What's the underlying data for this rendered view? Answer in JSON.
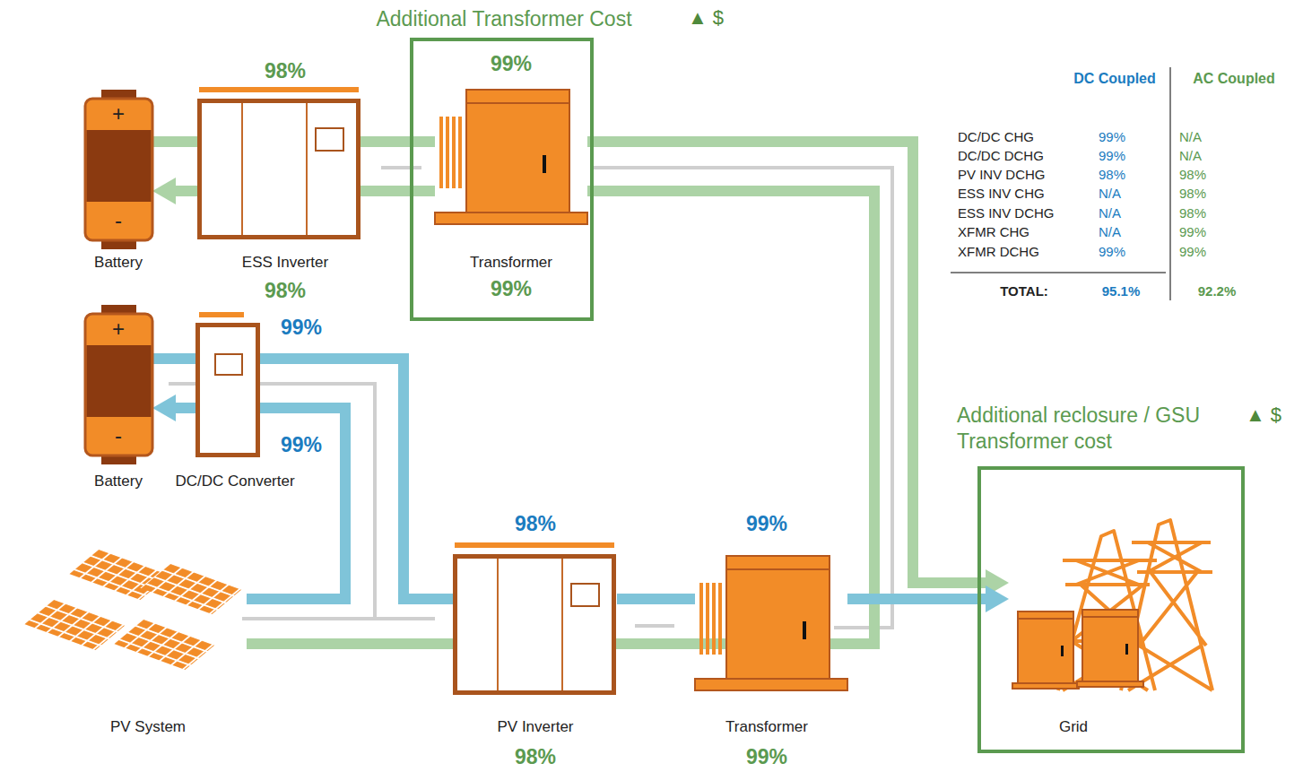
{
  "diagram": {
    "nodes": [
      {
        "text": [
          "Battery"
        ]
      },
      {
        "text": [
          "98%",
          "ESS Inverter",
          "98%"
        ]
      },
      {
        "text": [
          "Additional Transformer Cost",
          "▲ $"
        ]
      },
      {
        "text": [
          "99%",
          "Transformer",
          "99%"
        ],
        "in": 2
      },
      {
        "text": [
          "Battery"
        ]
      },
      {
        "text": [
          "99%",
          "99%",
          "DC/DC Converter"
        ]
      },
      {
        "text": [
          "PV System"
        ]
      },
      {
        "text": [
          "98%",
          "PV Inverter",
          "98%"
        ]
      },
      {
        "text": [
          "99%",
          "Transformer",
          "99%"
        ]
      },
      {
        "text": [
          "Additional reclosure / GSU Transformer cost",
          "▲ $"
        ]
      },
      {
        "text": [
          "Grid"
        ],
        "in": 9
      }
    ],
    "edges": [
      {
        "from": 0,
        "to": 1,
        "arrow": "none"
      },
      {
        "from": 1,
        "to": 3,
        "arrow": "none"
      },
      {
        "from": 3,
        "to": 10,
        "arrow": "to"
      },
      {
        "from": 6,
        "to": 3,
        "arrow": "none"
      },
      {
        "from": 3,
        "to": 1,
        "arrow": "none"
      },
      {
        "from": 1,
        "to": 0,
        "arrow": "to"
      },
      {
        "from": 4,
        "to": 5,
        "arrow": "none"
      },
      {
        "from": 5,
        "to": 7,
        "arrow": "none"
      },
      {
        "from": 7,
        "to": 8,
        "arrow": "none"
      },
      {
        "from": 8,
        "to": 10,
        "arrow": "to"
      },
      {
        "from": 6,
        "to": 5,
        "arrow": "none"
      },
      {
        "from": 5,
        "to": 4,
        "arrow": "to"
      }
    ],
    "labels": [
      "DC Coupled",
      "AC Coupled",
      "DC/DC CHG",
      "99%",
      "N/A",
      "DC/DC DCHG",
      "99%",
      "N/A",
      "PV INV DCHG",
      "98%",
      "98%",
      "ESS INV CHG",
      "N/A",
      "98%",
      "ESS INV DCHG",
      "N/A",
      "98%",
      "XFMR CHG",
      "N/A",
      "99%",
      "XFMR DCHG",
      "99%",
      "99%",
      "TOTAL:",
      "95.1%",
      "92.2%",
      "+",
      "-",
      "+",
      "-"
    ]
  }
}
